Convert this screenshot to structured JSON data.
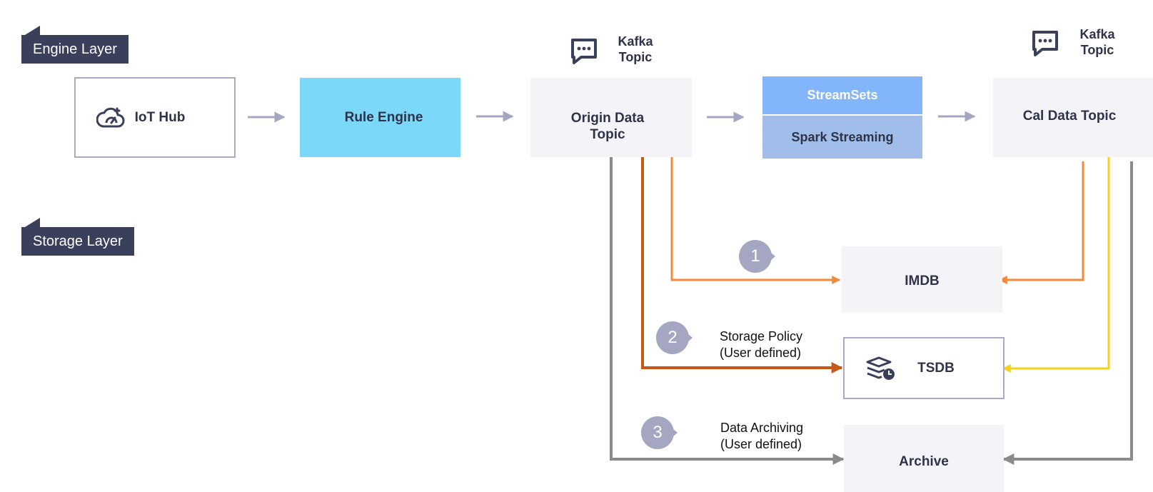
{
  "layers": {
    "engine": "Engine Layer",
    "storage": "Storage Layer"
  },
  "nodes": {
    "iot_hub": "IoT Hub",
    "rule_engine": "Rule Engine",
    "origin_data_topic": "Origin Data\nTopic",
    "streamsets": "StreamSets",
    "spark_streaming": "Spark Streaming",
    "cal_data_topic": "Cal Data Topic",
    "imdb": "IMDB",
    "tsdb": "TSDB",
    "archive": "Archive"
  },
  "kafka_labels": {
    "origin": "Kafka\nTopic",
    "cal": "Kafka\nTopic"
  },
  "steps": [
    {
      "number": "1"
    },
    {
      "number": "2",
      "note_line1": "Storage Policy",
      "note_line2": "(User defined)"
    },
    {
      "number": "3",
      "note_line1": "Data Archiving",
      "note_line2": "(User defined)"
    }
  ],
  "icons": {
    "kafka": "chat-bubble-dots-icon",
    "iot_hub": "cloud-gauge-icon",
    "tsdb": "layers-clock-icon"
  },
  "colors": {
    "layer_tag": "#3a3f5c",
    "rule_engine": "#7cd8f8",
    "streamsets": "#82b5f9",
    "spark_streaming": "#a1bdea",
    "soft_box": "#f4f4f8",
    "flow_arrow": "#a4a6c2",
    "route_orange": "#f08a3c",
    "route_dark_orange": "#c65a14",
    "route_yellow": "#f6d21c",
    "route_gray": "#8a8a8a",
    "bubble": "#a4a6c2"
  }
}
